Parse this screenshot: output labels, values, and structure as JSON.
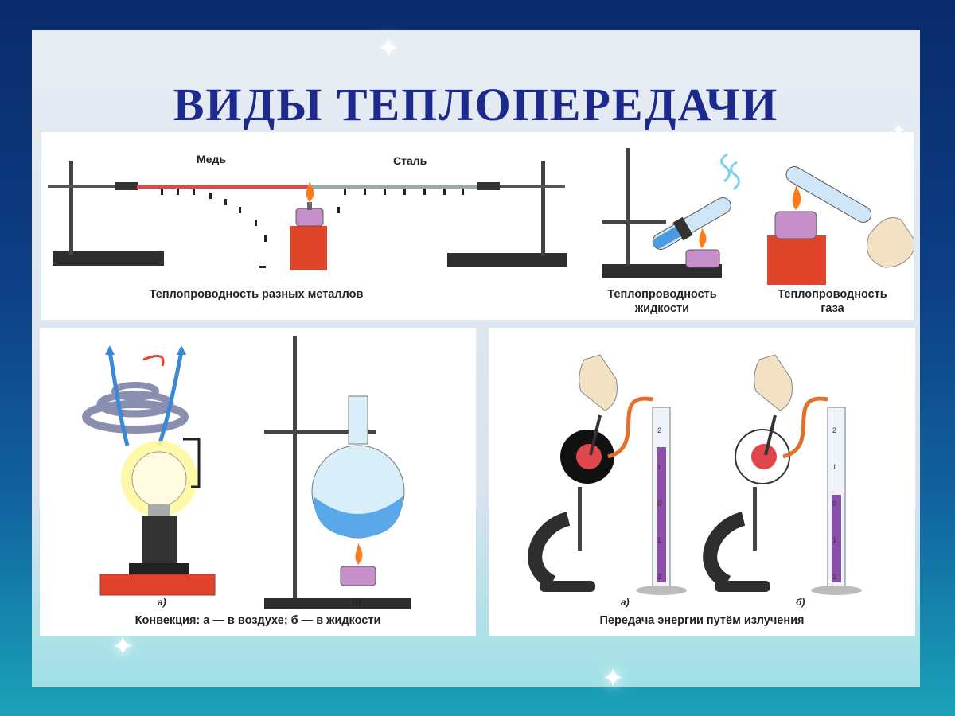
{
  "title": "ВИДЫ ТЕПЛОПЕРЕДАЧИ",
  "panel_metals": {
    "label_copper": "Медь",
    "label_steel": "Сталь",
    "caption": "Теплопроводность разных металлов"
  },
  "panel_liquid": {
    "caption_line1": "Теплопроводность",
    "caption_line2": "жидкости"
  },
  "panel_gas": {
    "caption_line1": "Теплопроводность",
    "caption_line2": "газа"
  },
  "panel_convection": {
    "sub_a": "а)",
    "sub_b": "б)",
    "caption": "Конвекция:  а — в воздухе;  б — в жидкости"
  },
  "panel_radiation": {
    "sub_a": "а)",
    "sub_b": "б)",
    "caption": "Передача энергии путём излучения",
    "scale_ticks": [
      "2",
      "1",
      "0",
      "1",
      "2"
    ]
  },
  "colors": {
    "title": "#1b2a8c",
    "copper": "#e0474c",
    "flame": "#ff7a1a",
    "block": "#e0452b",
    "stand": "#333333",
    "liquid": "#8a4fa8",
    "water": "#5aa8e8"
  }
}
